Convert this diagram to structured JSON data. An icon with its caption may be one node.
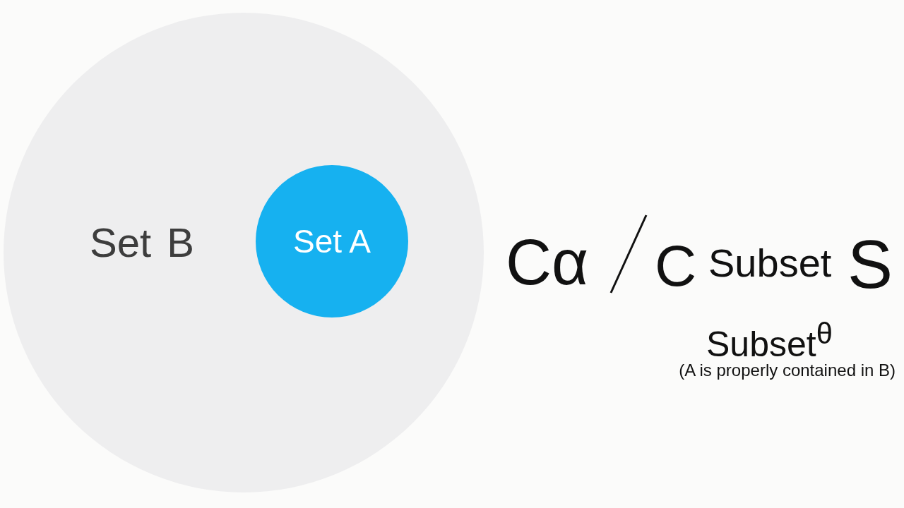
{
  "diagram": {
    "nodes": [
      {
        "text": [
          "Set B"
        ]
      },
      {
        "text": [
          "Set A"
        ],
        "in": 0
      }
    ],
    "labels": [
      "Cα",
      "C",
      "Subset",
      "S",
      "Subset$^{θ}$",
      "(A is properly contained in B)"
    ]
  }
}
